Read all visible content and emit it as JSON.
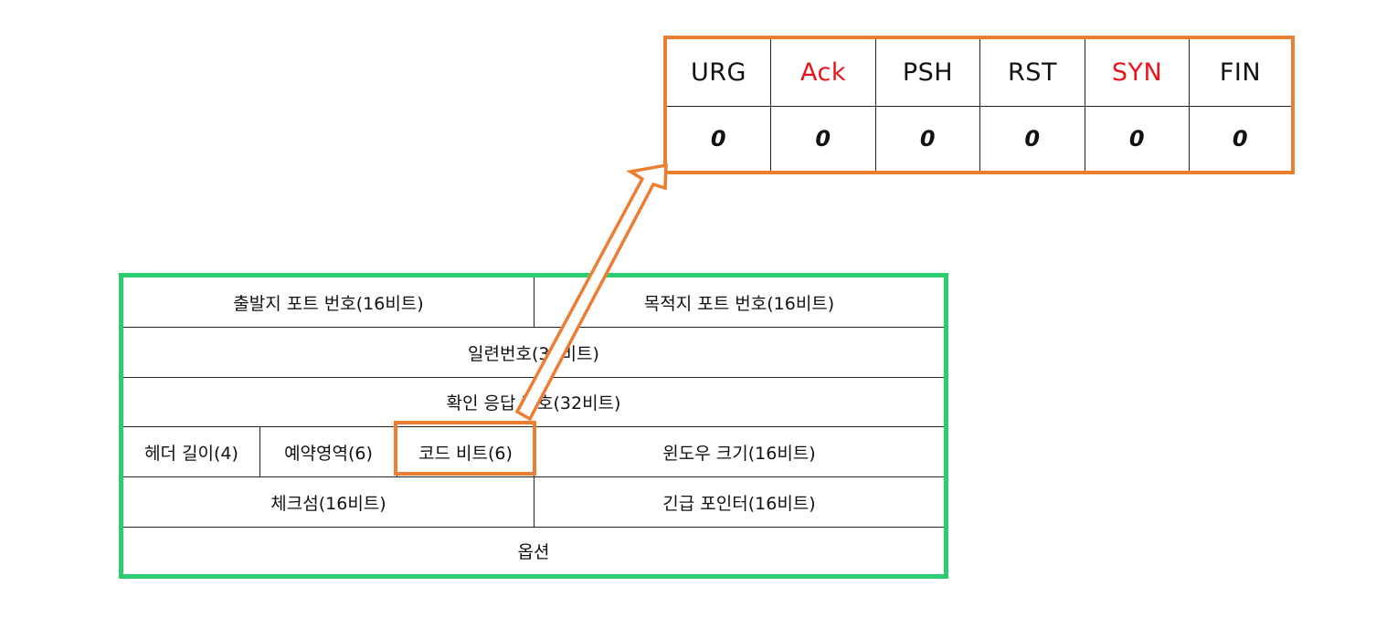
{
  "flag_table": {
    "headers": [
      {
        "label": "URG",
        "color": "#111111"
      },
      {
        "label": "Ack",
        "color": "#E8141B"
      },
      {
        "label": "PSH",
        "color": "#111111"
      },
      {
        "label": "RST",
        "color": "#111111"
      },
      {
        "label": "SYN",
        "color": "#E8141B"
      },
      {
        "label": "FIN",
        "color": "#111111"
      }
    ],
    "values": [
      "0",
      "0",
      "0",
      "0",
      "0",
      "0"
    ],
    "border_color": "#ED7D31"
  },
  "tcp_header": {
    "border_color": "#2ECC71",
    "source_port": "출발지 포트 번호(16비트)",
    "destination_port": "목적지 포트 번호(16비트)",
    "sequence_number": "일련번호(32비트)",
    "ack_number": "확인 응답 번호(32비트)",
    "header_length": "헤더 길이(4)",
    "reserved": "예약영역(6)",
    "code_bits": "코드 비트(6)",
    "window_size": "윈도우 크기(16비트)",
    "checksum": "체크섬(16비트)",
    "urgent_pointer": "긴급 포인터(16비트)",
    "options": "옵션"
  },
  "arrow": {
    "color": "#ED7D31"
  }
}
